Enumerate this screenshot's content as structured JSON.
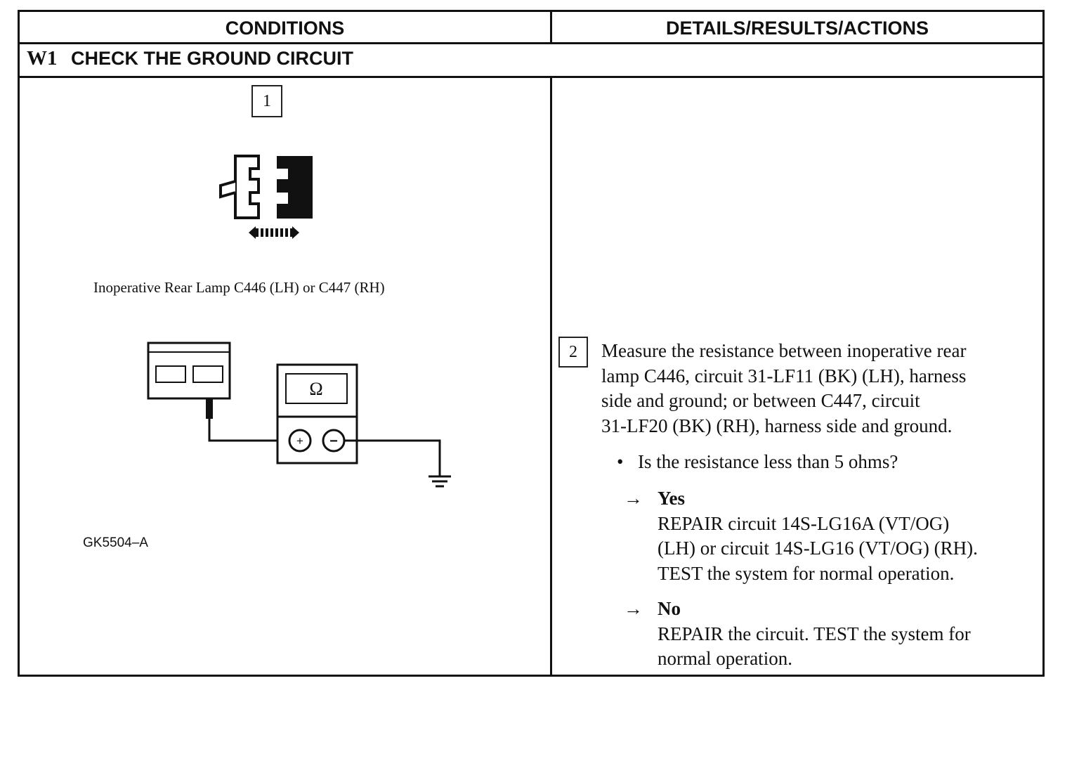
{
  "header": {
    "conditions": "CONDITIONS",
    "details": "DETAILS/RESULTS/ACTIONS"
  },
  "step": {
    "number": "W1",
    "title": "CHECK THE GROUND CIRCUIT"
  },
  "left": {
    "box1": "1",
    "caption": "Inoperative Rear Lamp C446 (LH) or C447 (RH)",
    "meter_symbol": "Ω",
    "plus_symbol": "+",
    "minus_symbol": "−",
    "figure_id": "GK5504–A"
  },
  "right": {
    "box2": "2",
    "measure_lines": [
      "Measure the resistance between inoperative rear",
      "lamp C446, circuit 31-LF11 (BK) (LH), harness",
      "side and ground; or between C447, circuit",
      "31-LF20 (BK) (RH), harness side and ground."
    ],
    "bullet_symbol": "•",
    "question": "Is the resistance less than 5 ohms?",
    "arrow_symbol": "→",
    "yes": {
      "label": "Yes",
      "lines": [
        "REPAIR circuit 14S-LG16A (VT/OG)",
        "(LH) or circuit 14S-LG16 (VT/OG) (RH).",
        "TEST the system for normal operation."
      ]
    },
    "no": {
      "label": "No",
      "lines": [
        "REPAIR the circuit. TEST the system for",
        "normal operation."
      ]
    }
  }
}
